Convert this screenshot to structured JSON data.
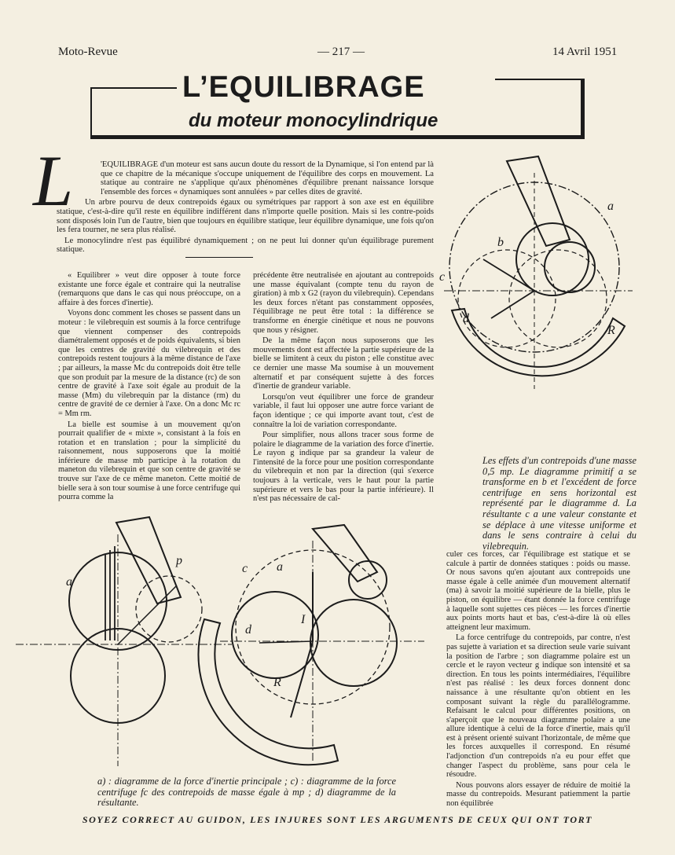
{
  "header": {
    "left": "Moto-Revue",
    "page": "— 217 —",
    "date": "14 Avril 1951"
  },
  "title": {
    "main": "L’EQUILIBRAGE",
    "sub": "du moteur monocylindrique"
  },
  "intro": {
    "dropcap": "L",
    "p1": "'EQUILIBRAGE d'un moteur est sans aucun doute du ressort de la Dynamique, si l'on entend par là que ce chapitre de la mécanique s'occupe uniquement de l'équilibre des corps en mouvement. La statique au contraire ne s'applique qu'aux phénomènes d'équilibre prenant naissance lorsque l'ensemble des forces « dynamiques sont annulées » par celles dites de gravité.",
    "p2": "Un arbre pourvu de deux contrepoids égaux ou symétriques par rapport à son axe est en équilibre statique, c'est-à-dire qu'il reste en équilibre indifférent dans n'importe quelle position. Mais si les contre-poids sont disposés loin l'un de l'autre, bien que toujours en équilibre statique, leur équilibre dynamique, une fois qu'on les fera tourner, ne sera plus réalisé.",
    "p3": "Le monocylindre n'est pas équilibré dynamiquement ; on ne peut lui donner qu'un équilibrage purement statique."
  },
  "col1": {
    "p1": "« Equilibrer » veut dire opposer à toute force existante une force égale et contraire qui la neutralise (remarquons que dans le cas qui nous préoccupe, on a affaire à des forces d'inertie).",
    "p2": "Voyons donc comment les choses se passent dans un moteur : le vilebrequin est soumis à la force centrifuge que viennent compenser des contrepoids diamétralement opposés et de poids équivalents, si bien que les centres de gravité du vilebrequin et des contrepoids restent toujours à la même distance de l'axe ; par ailleurs, la masse Mc du contrepoids doit être telle que son produit par la mesure de la distance (rc) de son centre de gravité à l'axe soit égale au produit de la masse (Mm) du vilebrequin par la distance (rm) du centre de gravité de ce dernier à l'axe. On a donc Mc rc = Mm rm.",
    "p3": "La bielle est soumise à un mouvement qu'on pourrait qualifier de « mixte », consistant à la fois en rotation et en translation ; pour la simplicité du raisonnement, nous supposerons que la moitié inférieure de masse mb participe à la rotation du maneton du vilebrequin et que son centre de gravité se trouve sur l'axe de ce même maneton. Cette moitié de bielle sera à son tour soumise à une force centrifuge qui pourra comme la"
  },
  "col2": {
    "p1": "précédente être neutralisée en ajoutant au contrepoids une masse équivalant (compte tenu du rayon de giration) à mb x G2 (rayon du vilebrequin). Cependans les deux forces n'étant pas constamment opposées, l'équilibrage ne peut être total : la différence se transforme en énergie cinétique et nous ne pouvons que nous y résigner.",
    "p2": "De la même façon nous suposerons que les mouvements dont est affectée la partie supérieure de la bielle se limitent à ceux du piston ; elle constitue avec ce dernier une masse Ma soumise à un mouvement alternatif et par conséquent sujette à des forces d'inertie de grandeur variable.",
    "p3": "Lorsqu'on veut équilibrer une force de grandeur variable, il faut lui opposer une autre force variant de façon identique ; ce qui importe avant tout, c'est de connaître la loi de variation correspondante.",
    "p4": "Pour simplifier, nous allons tracer sous forme de polaire le diagramme de la variation des force d'inertie. Le rayon g indique par sa grandeur la valeur de l'intensité de la force pour une position correspondante du vilebrequin et non par la direction (qui s'exerce toujours à la verticale, vers le haut pour la partie supérieure et vers le bas pour la partie inférieure). Il n'est pas nécessaire de cal-"
  },
  "col3": {
    "p1": "culer ces forces, car l'équilibrage est statique et se calcule à partir de données statiques : poids ou masse. Or nous savons qu'en ajoutant aux contrepoids une masse égale à celle animée d'un mouvement alternatif (ma) à savoir la moitié supérieure de la bielle, plus le piston, on équilibre — étant donnée la force centrifuge à laquelle sont sujettes ces pièces — les forces d'inertie aux points morts haut et bas, c'est-à-dire là où elles atteignent leur maximum.",
    "p2": "La force centrifuge du contrepoids, par contre, n'est pas sujette à variation et sa direction seule varie suivant la position de l'arbre ; son diagramme polaire est un cercle et le rayon vecteur g indique son intensité et sa direction. En tous les points intermédiaires, l'équilibre n'est pas réalisé : les deux forces donnent donc naissance à une résultante qu'on obtient en les composant suivant la règle du parallélogramme. Refaisant le calcul pour différentes positions, on s'aperçoit que le nouveau diagramme polaire a une allure identique à celui de la force d'inertie, mais qu'il est à présent orienté suivant l'horizontale, de même que les forces auxquelles il correspond. En résumé l'adjonction d'un contrepoids n'a eu pour effet que changer l'aspect du problème, sans pour cela le résoudre.",
    "p3": "Nous pouvons alors essayer de réduire de moitié la masse du contrepoids. Mesurant patiemment la partie non équilibrée"
  },
  "caption_right": "Les effets d'un contrepoids d'une masse 0,5 mp. Le diagramme primitif a se transforme en b et l'excédent de force centrifuge en sens horizontal est représenté par le diagramme d. La résultante c a une valeur constante et se déplace à une vitesse uniforme et dans le sens contraire à celui du vilebrequin.",
  "caption_bottom": "a) : diagramme de la force d'inertie principale ; c) : diagramme de la force centrifuge fc des contrepoids de masse égale à mp ; d) diagramme de la résultante.",
  "figure_labels": {
    "right": {
      "a": "a",
      "b": "b",
      "c": "c",
      "d": "d",
      "R": "R"
    },
    "left": {
      "a": "a",
      "p": "p"
    },
    "middle": {
      "c": "c",
      "a": "a",
      "d": "d",
      "I": "I",
      "R": "R"
    }
  },
  "footer": "SOYEZ CORRECT AU GUIDON, LES INJURES SONT LES ARGUMENTS DE CEUX QUI ONT TORT"
}
